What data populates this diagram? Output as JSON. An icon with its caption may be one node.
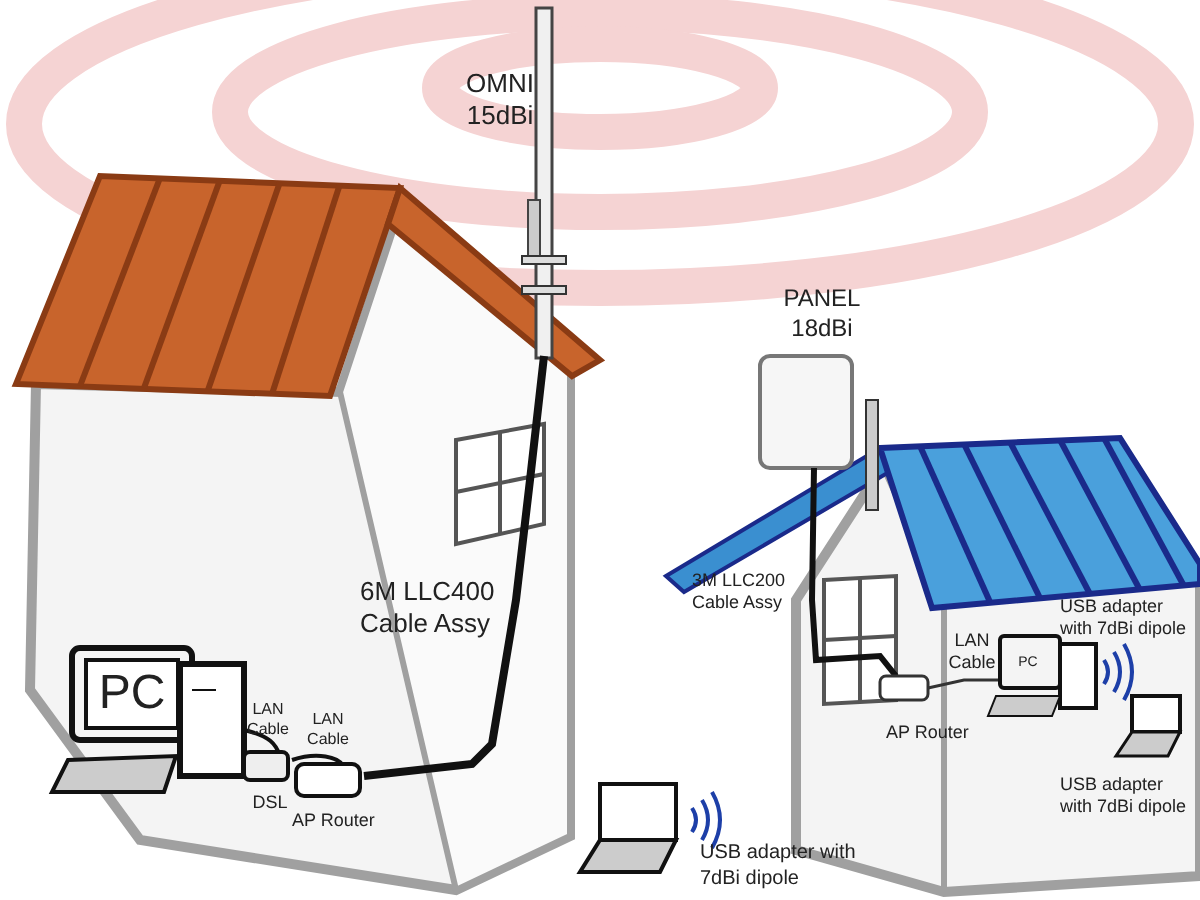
{
  "diagram": {
    "labels": [
      "OMNI 15dBi",
      "PANEL 18dBi",
      "6M LLC400 Cable Assy",
      "3M LLC200 Cable Assy",
      "LAN Cable",
      "PC",
      "USB adapter with 7dBi dipole",
      "PC",
      "LAN Cable",
      "LAN Cable",
      "AP Router",
      "DSL",
      "USB adapter with 7dBi dipole",
      "AP Router",
      "USB adapter with 7dBi dipole"
    ]
  }
}
